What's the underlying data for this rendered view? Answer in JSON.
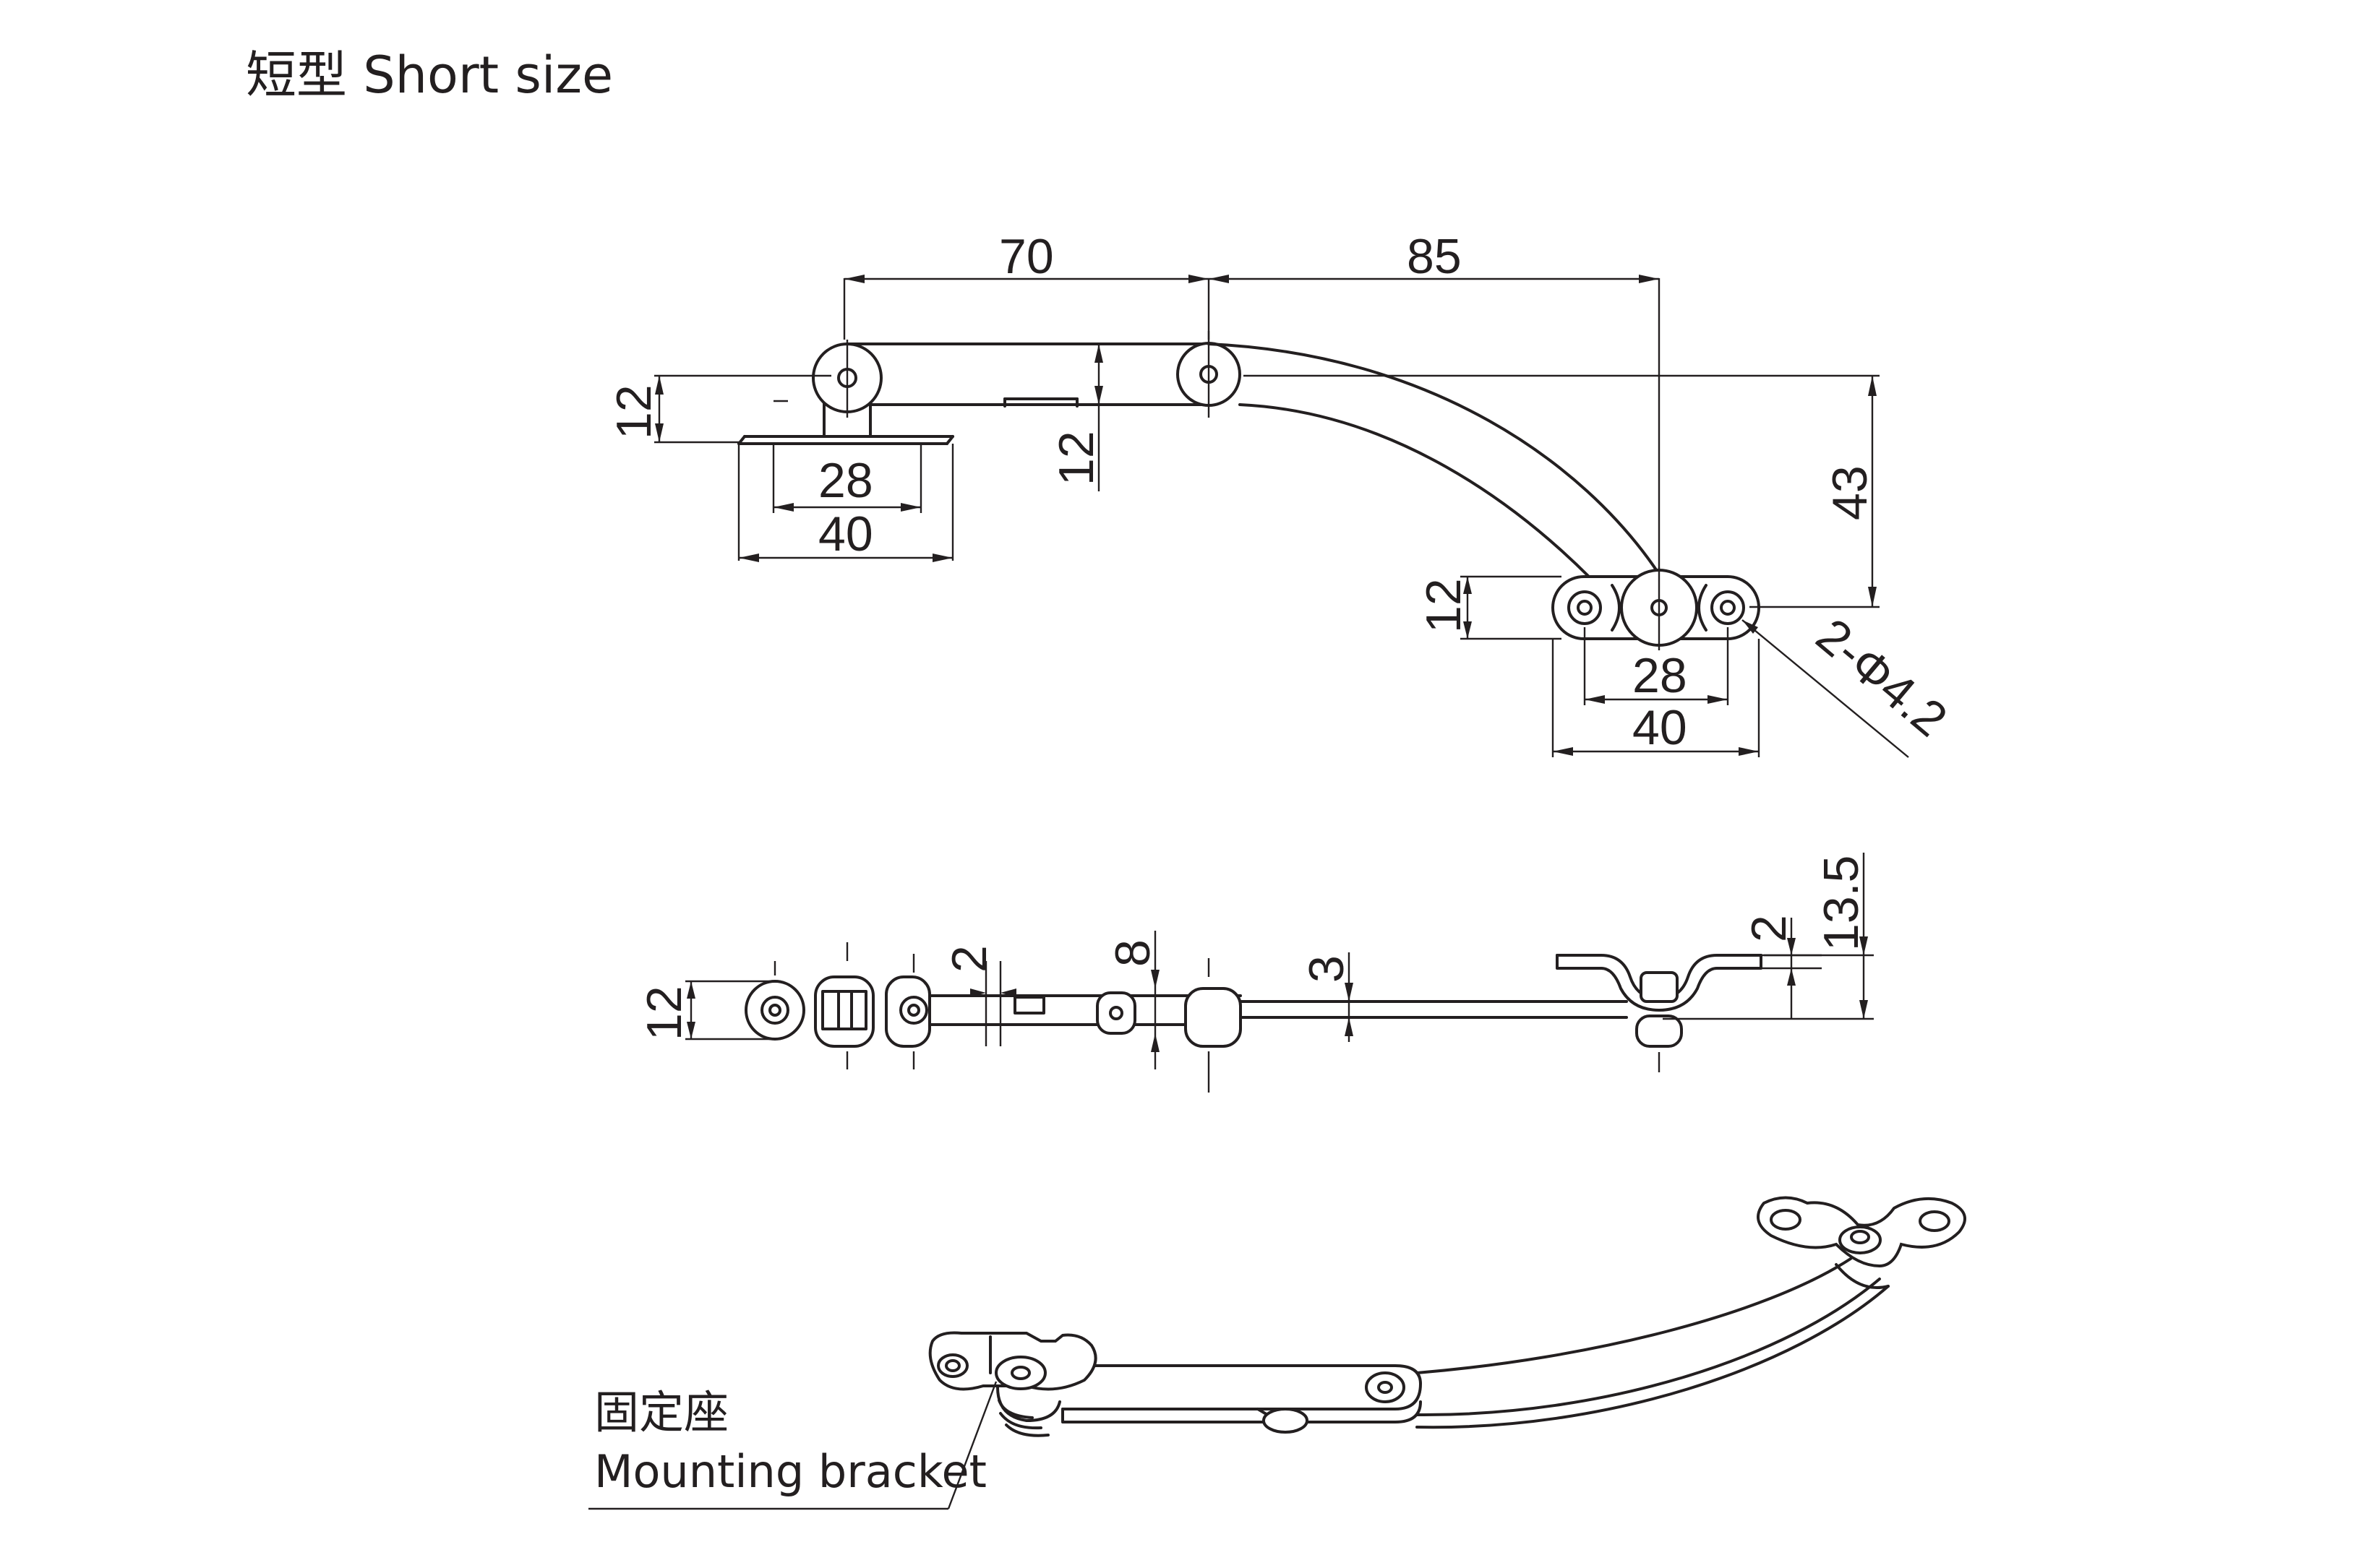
{
  "title": "短型 Short size",
  "top_view": {
    "dim_70": "70",
    "dim_85": "85",
    "dim_12_left": "12",
    "dim_12_mid": "12",
    "dim_28_left": "28",
    "dim_40_left": "40",
    "dim_43": "43",
    "dim_12_right": "12",
    "dim_28_right": "28",
    "dim_40_right": "40",
    "hole_callout": "2-Φ4.2"
  },
  "side_view": {
    "dim_12": "12",
    "dim_2_left": "2",
    "dim_8": "8",
    "dim_3": "3",
    "dim_2_right": "2",
    "dim_13_5": "13.5"
  },
  "iso_view": {
    "label_cn": "固定座",
    "label_en": "Mounting bracket"
  }
}
